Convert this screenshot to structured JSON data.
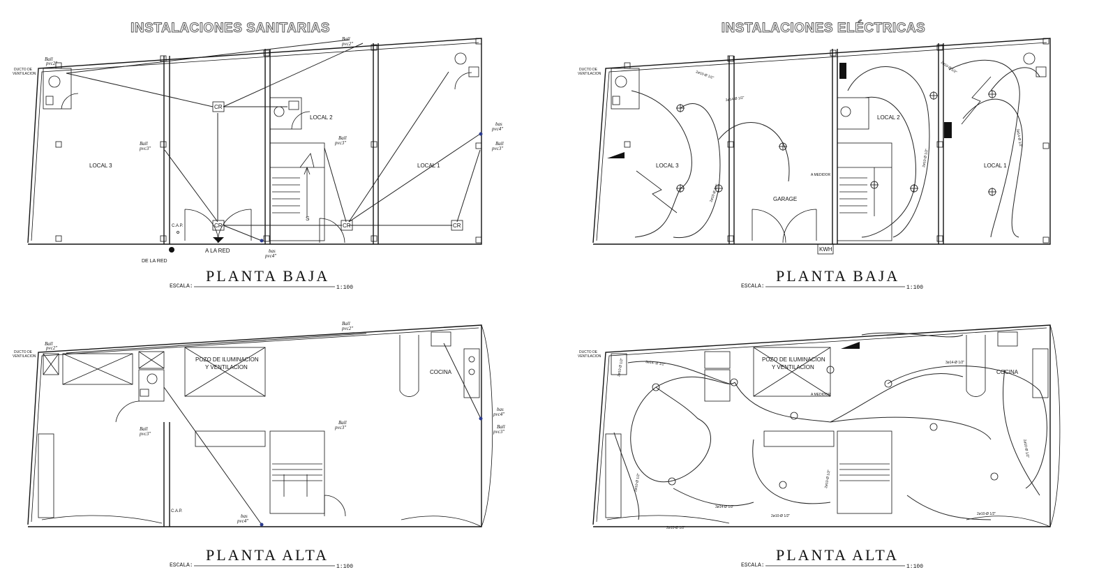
{
  "titles": {
    "sanitarias": "INSTALACIONES SANITARIAS",
    "electricas": "INSTALACIONES ELÉCTRICAS"
  },
  "plan_titles": {
    "tl": "PLANTA  BAJA",
    "tr": "PLANTA  BAJA",
    "bl": "PLANTA  ALTA",
    "br": "PLANTA  ALTA"
  },
  "escala": {
    "label": "ESCALA:",
    "value": "1:100"
  },
  "rooms": {
    "local3": "LOCAL 3",
    "local2": "LOCAL 2",
    "local1": "LOCAL 1",
    "garage": "GARAGE",
    "cocina": "COCINA",
    "pozo_1": "POZO DE ILUMINACION",
    "pozo_2": "Y VENTILACION"
  },
  "sanitary": {
    "cr": "CR",
    "a_la_red": "A LA RED",
    "de_la_red": "DE LA RED",
    "cap": "C.A.P.",
    "ducto_1": "DUCTO DE",
    "ducto_2": "VENTILACION",
    "ball": "Ball",
    "pvc2": "pvc2\"",
    "pvc3": "pvc3\"",
    "bas": "bas",
    "pvc4": "pvc4\""
  },
  "electric": {
    "kwh": "KWH",
    "medidor": "A MEDIDOR",
    "c1": "2ø10-Ø 1/2\"",
    "c2": "3ø14-Ø 1/2\"",
    "c3": "2ø10-Ø 1/2\"",
    "c4": "3ø14-Ø 1/2\"",
    "c5": "2ø10-Ø 1/2\"",
    "c6": "2ø10-Ø 1/2\"",
    "c7": "3ø14- Ø 1/2\"",
    "c8": "2ø10-Ø 1/2\"",
    "c9": "2ø10-Ø 1/2\"",
    "c10": "2ø10-Ø 1/2\"",
    "c11": "2ø10-Ø 1/2\"",
    "c12": "3ø14-Ø 1/2\"",
    "c13": "2ø10-Ø 1/2\"",
    "c14": "2ø10-Ø 1/2\""
  }
}
